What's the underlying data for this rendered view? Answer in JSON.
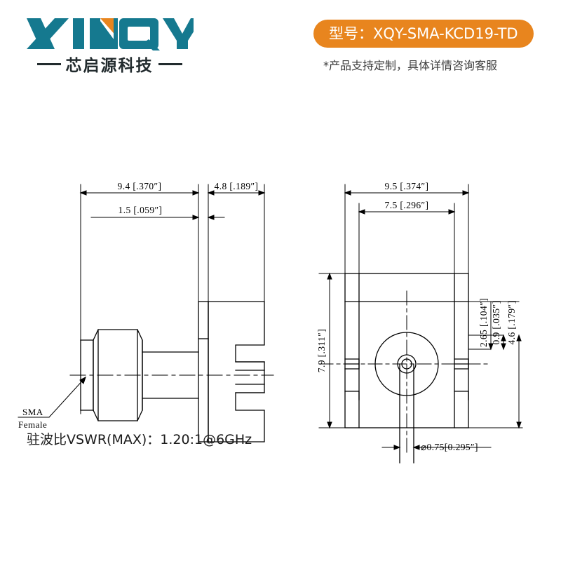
{
  "header": {
    "logo": {
      "brand_latin": "XINQY",
      "brand_cn": "芯启源科技",
      "teal": "#15798f",
      "orange": "#e8851e"
    },
    "model_badge": {
      "label": "型号：XQY-SMA-KCD19-TD",
      "bg_color": "#e8851e",
      "text_color": "#ffffff"
    },
    "note": "*产品支持定制，具体详情咨询客服"
  },
  "drawings": {
    "side_view": {
      "name": "side-view",
      "dimensions": {
        "overall_length": "9.4 [.370″]",
        "flange_thickness": "4.8 [.189″]",
        "step_length": "1.5 [.059″]"
      },
      "callout": {
        "line1": "SMA",
        "line2": "Female"
      }
    },
    "front_view": {
      "name": "front-view",
      "dimensions": {
        "overall_width": "9.5 [.374″]",
        "inner_width": "7.5 [.296″]",
        "overall_height": "7.9 [.311″]",
        "upper_height": "2.65 [.104″]",
        "slot_height": "0.9 [.035″]",
        "lower_height": "4.6 [.179″]",
        "pin_diameter": "⌀0.75[0.295″]"
      }
    }
  },
  "footer": {
    "vswr": "驻波比VSWR(MAX)：1.20:1@6GHz"
  }
}
